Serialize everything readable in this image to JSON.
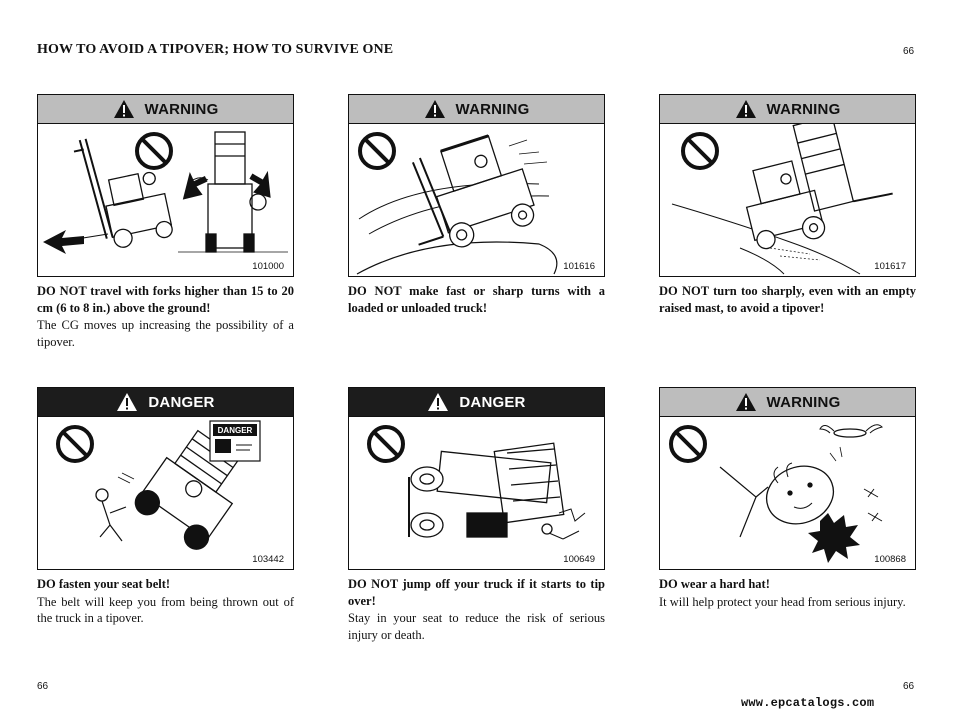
{
  "page": {
    "title": "HOW TO AVOID A TIPOVER; HOW TO SURVIVE ONE",
    "page_number_top": "66",
    "page_number_bottom_left": "66",
    "page_number_bottom_right": "66",
    "watermark": "www.epcatalogs.com"
  },
  "cards": [
    {
      "signal": "WARNING",
      "figure": "101000",
      "bold": "DO NOT travel with forks higher than 15 to 20 cm (6 to 8 in.) above the ground!",
      "text": "The CG moves up increasing the possibility of a tipover."
    },
    {
      "signal": "WARNING",
      "figure": "101616",
      "bold": "DO NOT make fast or sharp turns with a loaded or unloaded truck!",
      "text": ""
    },
    {
      "signal": "WARNING",
      "figure": "101617",
      "bold": "DO NOT turn too sharply, even with an empty raised mast, to avoid a tipover!",
      "text": ""
    },
    {
      "signal": "DANGER",
      "figure": "103442",
      "bold": "DO fasten your seat belt!",
      "text": "The belt will keep you from being thrown out of the truck in a tipover.",
      "decal_text": "DANGER"
    },
    {
      "signal": "DANGER",
      "figure": "100649",
      "bold": "DO NOT jump off your truck if it starts to tip over!",
      "text": "Stay in your seat to reduce the risk of serious injury or death."
    },
    {
      "signal": "WARNING",
      "figure": "100868",
      "bold": "DO wear a hard hat!",
      "text": "It will help protect your head from serious injury."
    }
  ],
  "icons": {
    "signal_icon": "warning-triangle-icon",
    "prohibition_icon": "prohibition-circle-icon"
  },
  "colors": {
    "warning_header": "#bdbdbd",
    "danger_header": "#1c1c1c",
    "ink": "#111111"
  }
}
